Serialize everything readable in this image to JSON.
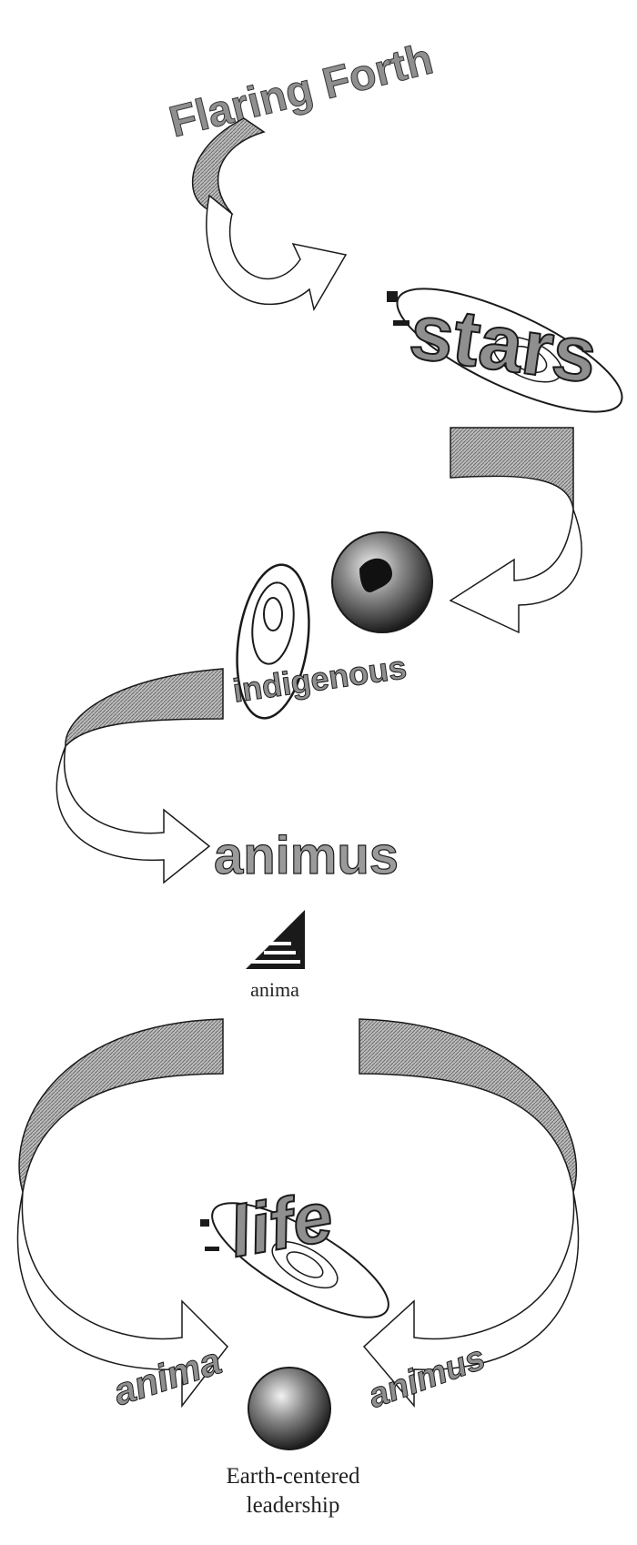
{
  "title": "Flaring Forth",
  "stages": {
    "stars": "stars",
    "indigenous": "indigenous",
    "animus": "animus",
    "anima_caption": "anima",
    "life": "life"
  },
  "bottom": {
    "left_arrow_label": "anima",
    "right_arrow_label": "animus",
    "caption_line1": "Earth-centered",
    "caption_line2": "leadership"
  },
  "colors": {
    "stroke": "#1a1a1a",
    "fill_light": "#ffffff",
    "fill_hatch": "#9a9a9a",
    "text_dark": "#222222",
    "text_mid": "#555555"
  }
}
